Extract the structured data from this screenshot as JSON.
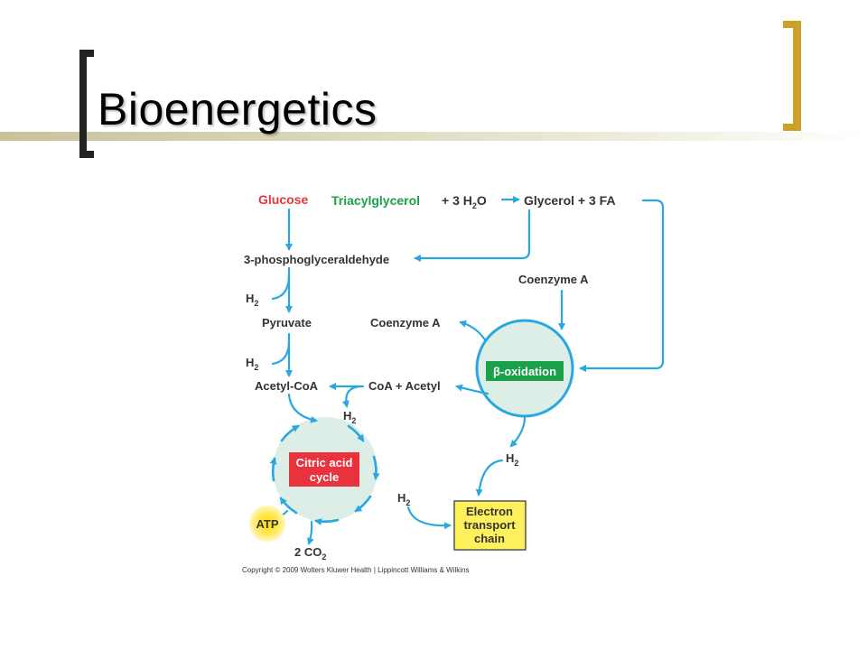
{
  "slide": {
    "title": "Bioenergetics",
    "colors": {
      "gold": "#C9A227",
      "dark": "#222222",
      "arrow": "#29A8E0",
      "red": "#E8323C",
      "green": "#1BA04A",
      "yellow": "#FFF15C"
    }
  },
  "diagram": {
    "glucose": "Glucose",
    "triacylglycerol": "Triacylglycerol",
    "plus_3h2o": {
      "main": "+ 3 H",
      "sub": "2",
      "tail": "O"
    },
    "glycerol_fa": "Glycerol + 3 FA",
    "g3p": "3-phosphoglyceraldehyde",
    "coenzyme_a_top": "Coenzyme A",
    "coenzyme_a_left": "Coenzyme A",
    "pyruvate": "Pyruvate",
    "acetyl_coa": "Acetyl-CoA",
    "coa_acetyl": "CoA + Acetyl",
    "beta_oxidation": "β-oxidation",
    "citric_acid": {
      "line1": "Citric acid",
      "line2": "cycle"
    },
    "atp": "ATP",
    "co2": {
      "main": "2 CO",
      "sub": "2"
    },
    "h2": {
      "main": "H",
      "sub": "2"
    },
    "etc": {
      "line1": "Electron",
      "line2": "transport",
      "line3": "chain"
    },
    "copyright": "Copyright © 2009 Wolters Kluwer Health | Lippincott Williams & Wilkins"
  }
}
